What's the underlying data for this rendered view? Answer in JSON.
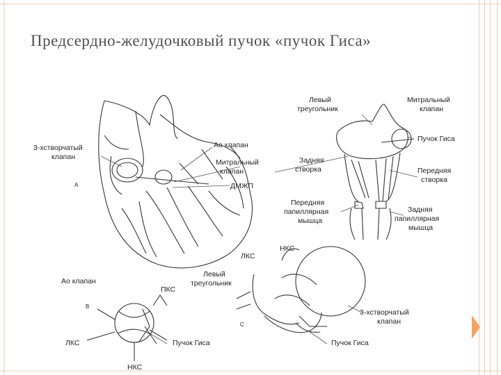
{
  "slide": {
    "title": "Предсердно-желудочковый пучок «пучок Гиса»"
  },
  "labels": {
    "tricuspid_top": [
      "3-хстворчатый",
      "клапан"
    ],
    "ao_valve_top": "Ао клапан",
    "mitral_mid": [
      "Митральный",
      "клапан"
    ],
    "dmzhp": "ДМЖП",
    "letter_a": "A",
    "left_triangle_top": [
      "Левый",
      "треугольник"
    ],
    "mitral_top": [
      "Митральный",
      "клапан"
    ],
    "his_bundle_top": "Пучок Гиса",
    "posterior_leaflet": [
      "Задняя",
      "створка"
    ],
    "anterior_leaflet": [
      "Передняя",
      "створка"
    ],
    "anterior_papillary": [
      "Передняя",
      "папиллярная",
      "мышца"
    ],
    "posterior_papillary": [
      "Задняя",
      "папиллярная",
      "мышца"
    ],
    "lks_mid": "ЛКС",
    "nks_mid": "НКС",
    "left_triangle_mid": [
      "Левый",
      "треугольник"
    ],
    "ao_valve_bottom": "Ао клапан",
    "pks": "ПКС",
    "letter_b": "B",
    "lks_bottom": "ЛКС",
    "his_bundle_bottom_left": "Пучок Гиса",
    "nks_bottom": "НКС",
    "letter_c": "C",
    "tricuspid_bottom": [
      "3-хстворчатый",
      "клапан"
    ],
    "his_bundle_bottom_right": "Пучок Гиса"
  },
  "theme": {
    "accent": "#e8b89f",
    "arrow": "#f4a261",
    "title_color": "#505050"
  }
}
